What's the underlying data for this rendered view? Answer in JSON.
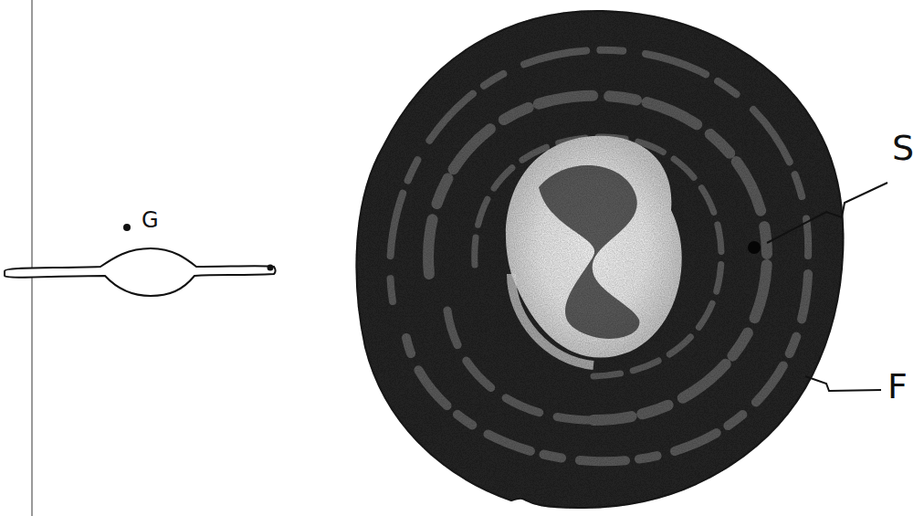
{
  "diagram": {
    "labels": [
      "G",
      "S",
      "F"
    ]
  }
}
